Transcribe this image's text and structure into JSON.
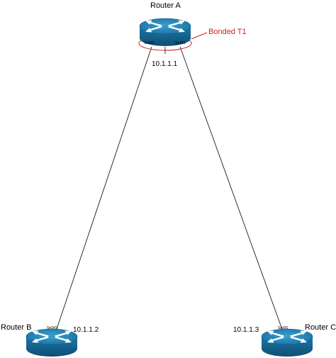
{
  "routers": {
    "a": {
      "name": "Router A",
      "ip": "10.1.1.1",
      "ports": [
        "Se0/0",
        "Se0/1"
      ]
    },
    "b": {
      "name": "Router B",
      "ip": "10.1.1.2",
      "ports": [
        "Se0/0"
      ]
    },
    "c": {
      "name": "Router C",
      "ip": "10.1.1.3",
      "ports": [
        "Se0/0"
      ]
    }
  },
  "annotation": {
    "bonded": "Bonded T1",
    "color": "#cc2222"
  },
  "colors": {
    "router_top": "#1f86b4",
    "router_side": "#1a6fa0",
    "router_dark": "#0f4e74",
    "arrow": "#ffffff",
    "link": "#000000"
  }
}
